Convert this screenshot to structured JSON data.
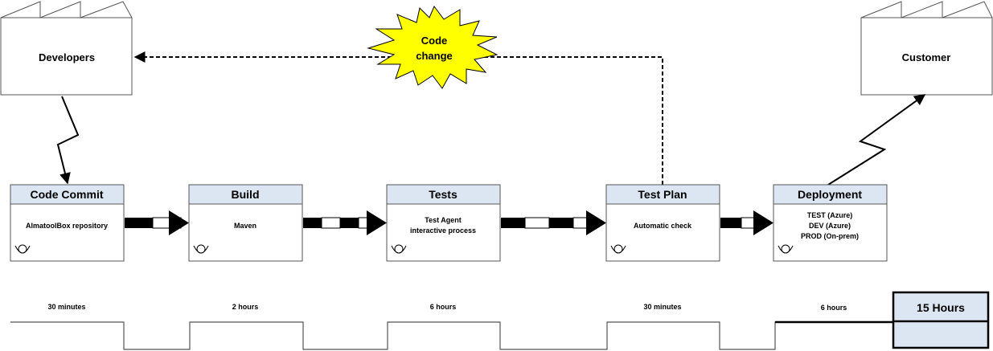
{
  "factories": {
    "developers": {
      "label": "Developers"
    },
    "customer": {
      "label": "Customer"
    }
  },
  "kaizen": {
    "line1": "Code",
    "line2": "change"
  },
  "processes": [
    {
      "title": "Code Commit",
      "lines": [
        "AlmatoolBox repository"
      ]
    },
    {
      "title": "Build",
      "lines": [
        "Maven"
      ]
    },
    {
      "title": "Tests",
      "lines": [
        "Test Agent",
        "interactive process"
      ]
    },
    {
      "title": "Test Plan",
      "lines": [
        "Automatic check"
      ]
    },
    {
      "title": "Deployment",
      "lines": [
        "TEST (Azure)",
        "DEV (Azure)",
        "PROD (On-prem)"
      ]
    }
  ],
  "timeline": {
    "durations": [
      "30 minutes",
      "2 hours",
      "6 hours",
      "30 minutes",
      "6 hours"
    ],
    "total": "15 Hours"
  },
  "colors": {
    "process_header": "#dce6f2",
    "kaizen_burst": "#ffff00",
    "total_box": "#dce6f2",
    "line": "#000000"
  }
}
